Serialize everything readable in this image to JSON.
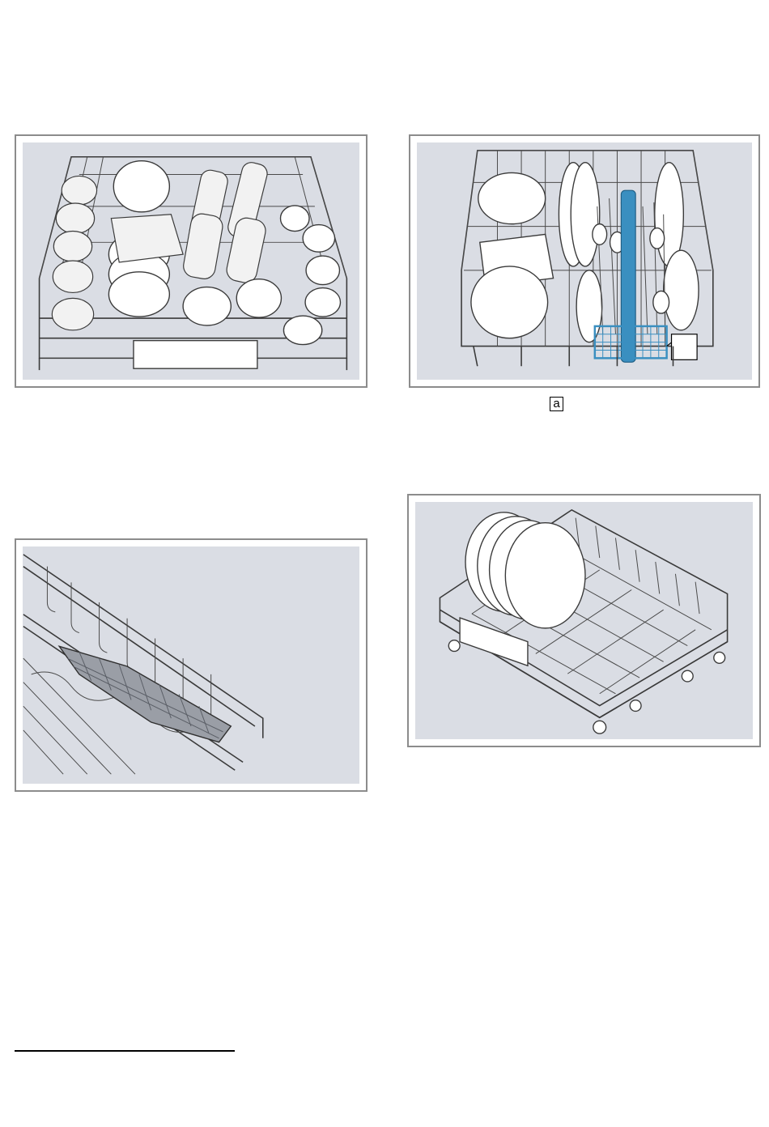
{
  "figures": [
    {
      "id": "upper-basket-loaded",
      "alt": "upper-rack-with-cups-glasses-and-plates"
    },
    {
      "id": "lower-basket-loaded",
      "alt": "lower-rack-with-plates-bowls-and-cutlery-basket",
      "callout": "a"
    },
    {
      "id": "rack-insert",
      "alt": "grid-insert-clipped-onto-rack"
    },
    {
      "id": "lower-rack-plates",
      "alt": "lower-rack-with-large-plates"
    }
  ],
  "callouts": {
    "a": "a"
  },
  "colors": {
    "panel_bg": "#dadde4",
    "frame_border": "#8c8c8c",
    "cutlery_basket": "#3a8fc0"
  }
}
